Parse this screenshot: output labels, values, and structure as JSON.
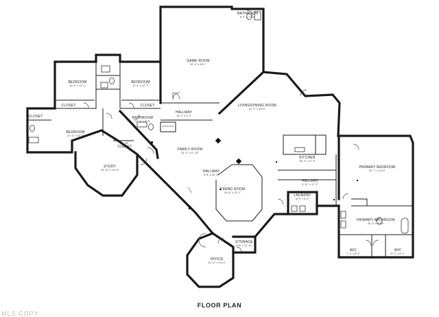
{
  "title": "FLOOR PLAN",
  "watermark": "MLS COPY",
  "rooms": [
    {
      "id": "bathroom-top",
      "name": "BATHROOM",
      "dims": "8' 2\" x 7' 10\""
    },
    {
      "id": "game-room",
      "name": "GAME ROOM",
      "dims": "20' 9\" x 28' 1\""
    },
    {
      "id": "bedroom-1",
      "name": "BEDROOM",
      "dims": "12' 4\" x 12' 1\""
    },
    {
      "id": "bedroom-2",
      "name": "BEDROOM",
      "dims": "11' 4\" x 12' 7\""
    },
    {
      "id": "closet-1",
      "name": "CLOSET",
      "dims": ""
    },
    {
      "id": "closet-2",
      "name": "CLOSET",
      "dims": ""
    },
    {
      "id": "closet-3",
      "name": "CLOSET",
      "dims": ""
    },
    {
      "id": "bedroom-3",
      "name": "BEDROOM",
      "dims": "21' 4\" x 12' 7\""
    },
    {
      "id": "bathroom-mid",
      "name": "BATHROOM",
      "dims": "17' 4\" x 8' 8\""
    },
    {
      "id": "hallway-1",
      "name": "HALLWAY",
      "dims": "18' 1\" x 4' 2\""
    },
    {
      "id": "living-dining",
      "name": "LIVING/DINING ROOM",
      "dims": "31' 2\" x 28' 8\""
    },
    {
      "id": "closet-4",
      "name": "CLOSET",
      "dims": ""
    },
    {
      "id": "family-room",
      "name": "FAMILY ROOM",
      "dims": "15' 3\" x 11' 10\""
    },
    {
      "id": "study",
      "name": "STUDY",
      "dims": "16' 10\" x 15' 5\""
    },
    {
      "id": "kitchen",
      "name": "KITCHEN",
      "dims": "18' 4\" x 11' 5\""
    },
    {
      "id": "primary-bedroom",
      "name": "PRIMARY BEDROOM",
      "dims": "20' 7\" x 19' 6\""
    },
    {
      "id": "hallway-2",
      "name": "HALLWAY",
      "dims": "6' 8\" x 42' 5\""
    },
    {
      "id": "hallway-3",
      "name": "HALLWAY",
      "dims": "4' 11\" x 17' 2\""
    },
    {
      "id": "dining-room",
      "name": "DINING ROOM",
      "dims": "15' 8\" x 13' 1\""
    },
    {
      "id": "laundry",
      "name": "LAUNDRY",
      "dims": "8' 9\" x 6' 9\""
    },
    {
      "id": "primary-bathroom",
      "name": "PRIMARY BATHROOM",
      "dims": "20' 4\" x 19' 4\""
    },
    {
      "id": "storage",
      "name": "STORAGE",
      "dims": "6' 6\" x 11' 11\""
    },
    {
      "id": "wic-1",
      "name": "WIC",
      "dims": "7' 1\" x 8' 2\""
    },
    {
      "id": "wic-2",
      "name": "WIC",
      "dims": "6' 7\" x 8' 2\""
    },
    {
      "id": "office",
      "name": "OFFICE",
      "dims": "13' 11\" x 13' 9\""
    }
  ],
  "small_labels": {
    "entry": "ENTRY",
    "bath_marker": "BATHROOM"
  }
}
